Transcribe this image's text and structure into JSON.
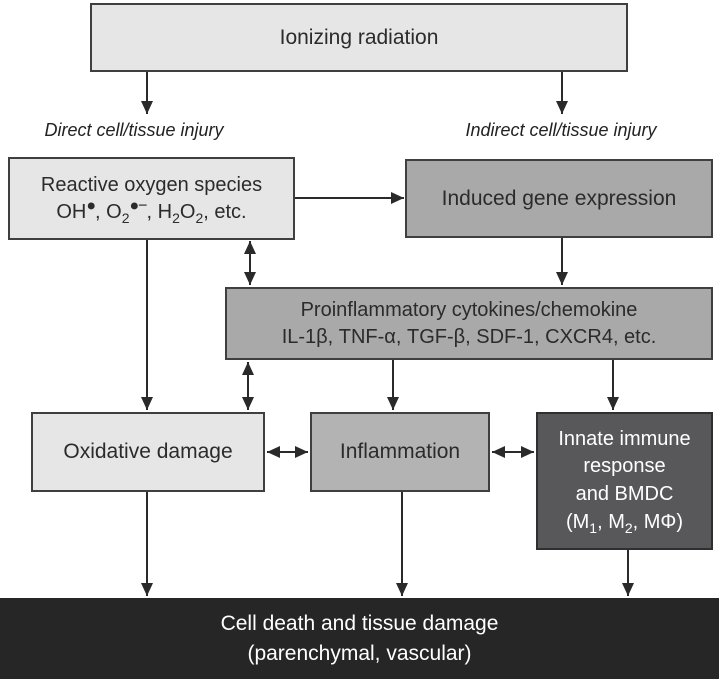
{
  "diagram": {
    "title": "Ionizing radiation injury pathway flowchart",
    "colors": {
      "light_box_fill": "#e6e6e6",
      "mid_box_fill": "#a9a9a9",
      "inflammation_fill": "#b3b3b3",
      "dark_box_fill": "#58585a",
      "bottom_box_fill": "#262626",
      "border": "#3f3f3f",
      "arrow": "#2a2a2a",
      "light_text": "#ffffff",
      "dark_text": "#2b2b2b"
    },
    "nodes": {
      "ionizing": {
        "label": "Ionizing radiation"
      },
      "direct_label": {
        "label": "Direct cell/tissue injury"
      },
      "indirect_label": {
        "label": "Indirect cell/tissue injury"
      },
      "ros": {
        "line1": "Reactive oxygen species",
        "line2_html": "OH<sup class=\"rad\">●</sup>, O<sub>2</sub><sup class=\"rad\">●−</sup>, H<sub>2</sub>O<sub>2</sub>, etc."
      },
      "gene": {
        "label": "Induced gene expression"
      },
      "cytokines": {
        "line1": "Proinflammatory cytokines/chemokine",
        "line2": "IL-1β, TNF-α, TGF-β, SDF-1, CXCR4, etc."
      },
      "oxidative": {
        "label": "Oxidative damage"
      },
      "inflammation": {
        "label": "Inflammation"
      },
      "innate": {
        "line1": "Innate immune",
        "line2": "response",
        "line3": "and BMDC",
        "line4_html": "(M<sub>1</sub>, M<sub>2</sub>, MΦ)"
      },
      "celldeath": {
        "line1": "Cell death and tissue damage",
        "line2": "(parenchymal, vascular)"
      }
    },
    "edges": [
      {
        "from": "ionizing",
        "to": "ros",
        "style": "arrow",
        "via": "direct_label"
      },
      {
        "from": "ionizing",
        "to": "gene",
        "style": "arrow",
        "via": "indirect_label"
      },
      {
        "from": "ros",
        "to": "gene",
        "style": "arrow"
      },
      {
        "from": "ros",
        "to": "cytokines",
        "style": "double-arrow"
      },
      {
        "from": "gene",
        "to": "cytokines",
        "style": "arrow"
      },
      {
        "from": "cytokines",
        "to": "oxidative",
        "style": "double-arrow"
      },
      {
        "from": "cytokines",
        "to": "inflammation",
        "style": "arrow"
      },
      {
        "from": "cytokines",
        "to": "innate",
        "style": "arrow"
      },
      {
        "from": "ros",
        "to": "oxidative",
        "style": "arrow"
      },
      {
        "from": "oxidative",
        "to": "inflammation",
        "style": "double-arrow"
      },
      {
        "from": "inflammation",
        "to": "innate",
        "style": "double-arrow"
      },
      {
        "from": "oxidative",
        "to": "celldeath",
        "style": "arrow"
      },
      {
        "from": "inflammation",
        "to": "celldeath",
        "style": "arrow"
      },
      {
        "from": "innate",
        "to": "celldeath",
        "style": "arrow"
      }
    ]
  }
}
